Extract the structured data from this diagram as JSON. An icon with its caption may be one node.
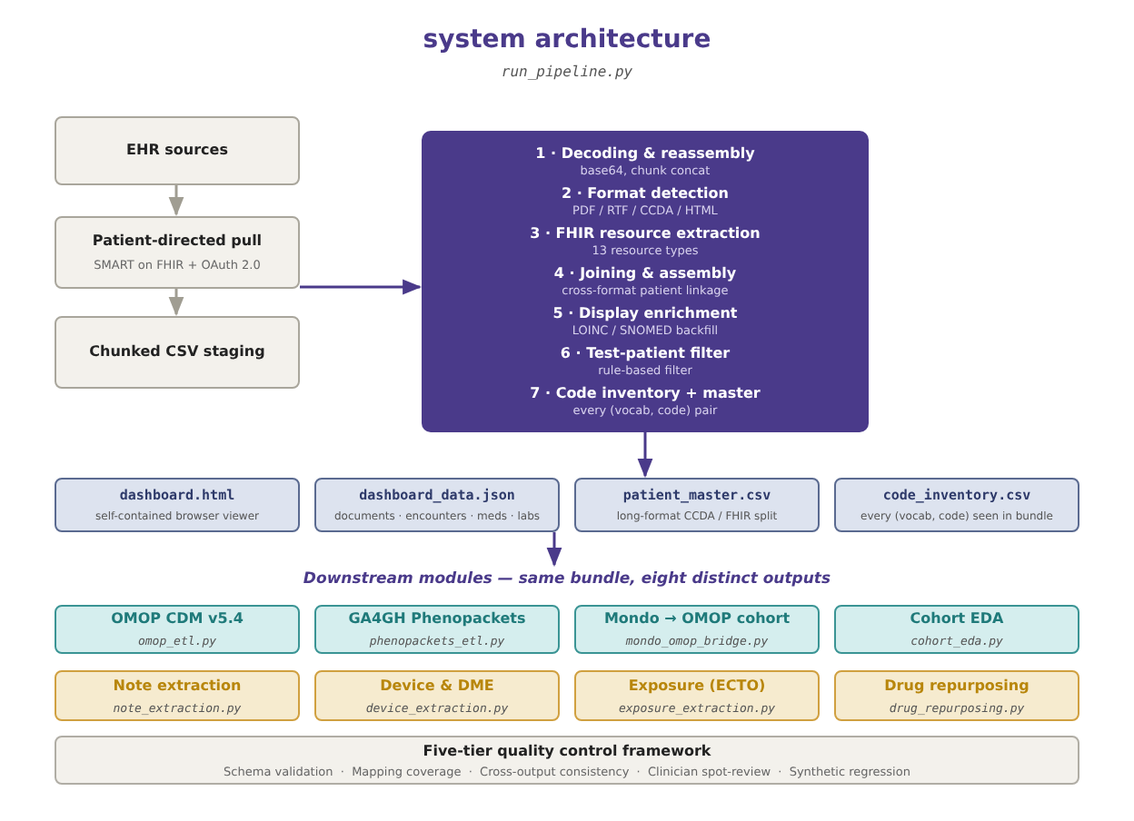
{
  "diagram": {
    "title": "system architecture",
    "nodes": [
      {
        "text": [
          "EHR sources"
        ]
      },
      {
        "text": [
          "Patient-directed pull",
          "SMART on FHIR + OAuth 2.0"
        ]
      },
      {
        "text": [
          "Chunked CSV staging"
        ]
      },
      {
        "text": [
          "1 · Decoding & reassembly",
          "base64, chunk concat",
          "2 · Format detection",
          "PDF / RTF / CCDA / HTML",
          "3 · FHIR resource extraction",
          "13 resource types",
          "4 · Joining & assembly",
          "cross-format patient linkage",
          "5 · Display enrichment",
          "LOINC / SNOMED backfill",
          "6 · Test-patient filter",
          "rule-based filter",
          "7 · Code inventory + master",
          "every (vocab, code) pair"
        ]
      },
      {
        "text": [
          "dashboard.html",
          "self-contained browser viewer"
        ]
      },
      {
        "text": [
          "dashboard_data.json",
          "documents · encounters · meds · labs"
        ]
      },
      {
        "text": [
          "patient_master.csv",
          "long-format CCDA / FHIR split"
        ]
      },
      {
        "text": [
          "code_inventory.csv",
          "every (vocab, code) seen in bundle"
        ]
      },
      {
        "text": [
          "Downstream modules — same bundle, eight distinct outputs"
        ]
      },
      {
        "text": [
          "OMOP CDM v5.4",
          "omop_etl.py"
        ]
      },
      {
        "text": [
          "GA4GH Phenopackets",
          "phenopackets_etl.py"
        ]
      },
      {
        "text": [
          "Mondo → OMOP cohort",
          "mondo_omop_bridge.py"
        ]
      },
      {
        "text": [
          "Cohort EDA",
          "cohort_eda.py"
        ]
      },
      {
        "text": [
          "Note extraction",
          "note_extraction.py"
        ]
      },
      {
        "text": [
          "Device & DME",
          "device_extraction.py"
        ]
      },
      {
        "text": [
          "Exposure (ECTO)",
          "exposure_extraction.py"
        ]
      },
      {
        "text": [
          "Drug repurposing",
          "drug_repurposing.py"
        ]
      },
      {
        "text": [
          "Five-tier quality control framework",
          "Schema validation  ·  Mapping coverage  ·  Cross-output consistency  ·  Clinician spot-review  ·  Synthetic regression"
        ]
      }
    ],
    "edges": [
      {
        "from": 0,
        "to": 1,
        "arrow": "to",
        "color": "#a09d92"
      },
      {
        "from": 1,
        "to": 2,
        "arrow": "to",
        "color": "#a09d92"
      },
      {
        "from": 1,
        "to": 3,
        "arrow": "to"
      },
      {
        "from": 3,
        "to": 6,
        "arrow": "to"
      },
      {
        "from": 5,
        "to": 8,
        "arrow": "to"
      }
    ],
    "labels": [
      "run_pipeline.py"
    ]
  }
}
